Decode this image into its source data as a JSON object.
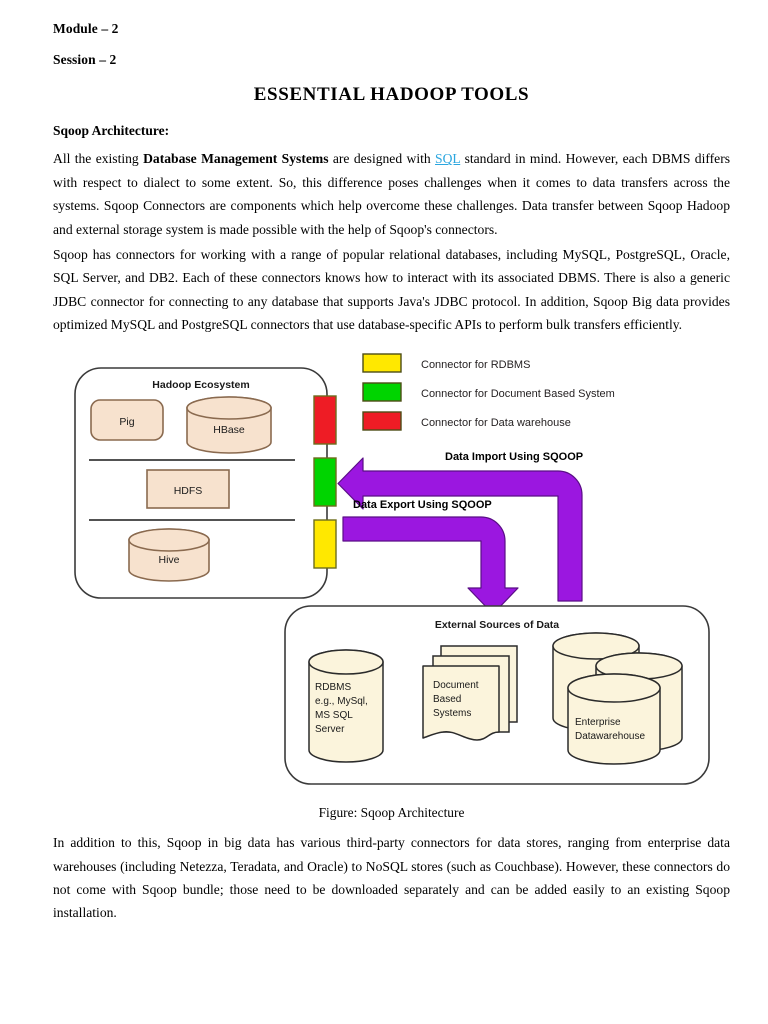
{
  "header": {
    "module": "Module – 2",
    "session": "Session – 2",
    "title": "ESSENTIAL HADOOP TOOLS",
    "section_heading": "Sqoop Architecture:"
  },
  "body": {
    "paragraph1_part1": "All the existing ",
    "paragraph1_bold": "Database Management Systems",
    "paragraph1_part2": " are designed with ",
    "paragraph1_link": "SQL",
    "paragraph1_part3": " standard in mind. However, each DBMS differs with respect to dialect to some extent. So, this difference poses challenges when it comes to data transfers across the systems. Sqoop Connectors are components which help overcome these challenges. Data transfer between Sqoop Hadoop and external storage system is made possible with the help of Sqoop's connectors.",
    "paragraph2": "Sqoop has connectors for working with a range of popular relational databases, including MySQL, PostgreSQL, Oracle, SQL Server, and DB2. Each of these connectors knows how to interact with its associated DBMS. There is also a generic JDBC connector for connecting to any database that supports Java's JDBC protocol. In addition, Sqoop Big data provides optimized MySQL and PostgreSQL connectors that use database-specific APIs to perform bulk transfers efficiently.",
    "paragraph3": "In addition to this, Sqoop in big data has various third-party connectors for data stores, ranging from enterprise data warehouses (including Netezza, Teradata, and Oracle) to NoSQL stores (such as Couchbase). However, these connectors do not come with Sqoop bundle; those need to be downloaded separately and can be added easily to an existing Sqoop installation."
  },
  "figure": {
    "caption": "Figure: Sqoop Architecture",
    "hadoop_box_title": "Hadoop Ecosystem",
    "external_box_title": "External Sources of Data",
    "hadoop_components": [
      {
        "name": "Pig",
        "shape": "rounded-rect"
      },
      {
        "name": "HBase",
        "shape": "cylinder"
      },
      {
        "name": "HDFS",
        "shape": "rect"
      },
      {
        "name": "Hive",
        "shape": "cylinder"
      }
    ],
    "connector_tabs": [
      {
        "name": "Connector for Data warehouse",
        "color": "#ee1c25"
      },
      {
        "name": "Connector for Document Based System",
        "color": "#00d400"
      },
      {
        "name": "Connector for RDBMS",
        "color": "#ffe800"
      }
    ],
    "legend": [
      {
        "label": "Connector for RDBMS",
        "color": "#ffe800"
      },
      {
        "label": "Connector for Document Based System",
        "color": "#00d400"
      },
      {
        "label": "Connector for Data warehouse",
        "color": "#ee1c25"
      }
    ],
    "arrows": [
      {
        "label": "Data Import Using SQOOP",
        "direction": "left",
        "color": "#9b17e0"
      },
      {
        "label": "Data Export Using SQOOP",
        "direction": "down",
        "color": "#9b17e0"
      }
    ],
    "external_sources": [
      {
        "lines": [
          "RDBMS",
          "e.g., MySql,",
          "MS SQL",
          "Server"
        ],
        "shape": "cylinder"
      },
      {
        "lines": [
          "Document",
          "Based",
          "Systems"
        ],
        "shape": "document-stack"
      },
      {
        "lines": [
          "Enterprise",
          "Datawarehouse"
        ],
        "shape": "cylinder-stack"
      }
    ],
    "colors": {
      "hadoop_shape_fill": "#f7e2ce",
      "hadoop_shape_stroke": "#8a6a4f",
      "external_shape_fill": "#fbf4dc",
      "external_shape_stroke": "#2b2b2b",
      "box_stroke": "#3a3a3a",
      "arrow": "#9b17e0"
    }
  }
}
